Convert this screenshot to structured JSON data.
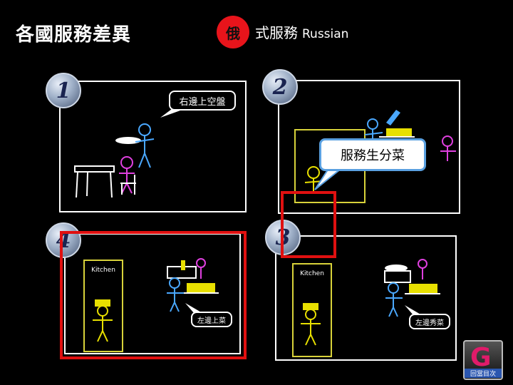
{
  "header": {
    "title": "各國服務差異",
    "lang_badge": "俄",
    "subtitle": "式服務",
    "subtitle_en": "Russian"
  },
  "panels": {
    "p1": {
      "number": "1",
      "bubble": "右邊上空盤"
    },
    "p2": {
      "number": "2",
      "bubble": "服務生分菜"
    },
    "p3": {
      "number": "3",
      "kitchen": "Kitchen",
      "bubble": "左邊秀菜"
    },
    "p4": {
      "number": "4",
      "kitchen": "Kitchen",
      "bubble": "左邊上菜"
    }
  },
  "logo": {
    "glyph": "G",
    "label": "回當目次"
  },
  "colors": {
    "badge": "#e8141b",
    "highlight": "#e01010",
    "kitchen_border": "#d8d23a",
    "bubble_border": "#5aa0e0"
  }
}
